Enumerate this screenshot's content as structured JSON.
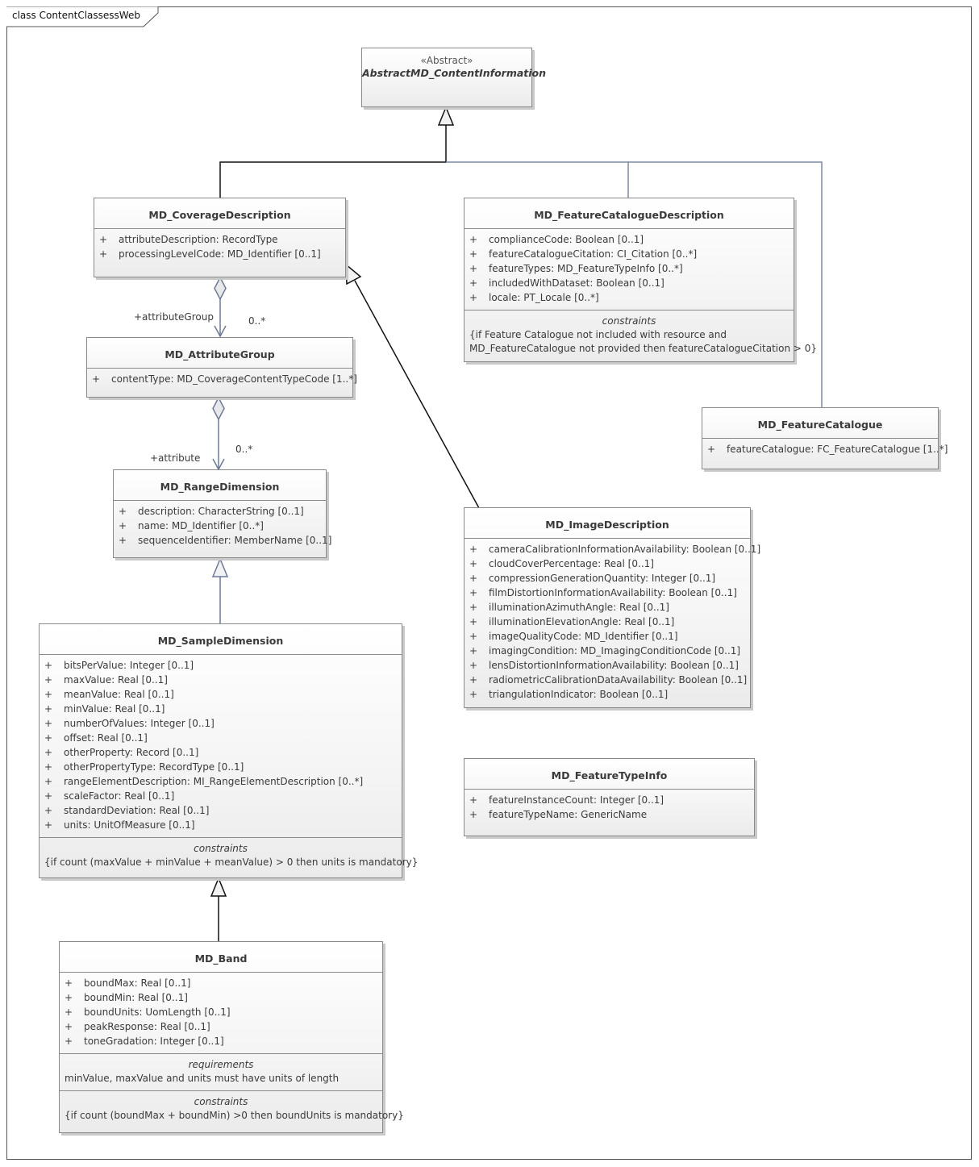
{
  "frame_label": "class ContentClassessWeb",
  "classes": {
    "abstract": {
      "stereotype": "«Abstract»",
      "name": "AbstractMD_ContentInformation"
    },
    "coverage": {
      "name": "MD_CoverageDescription",
      "attributes": [
        {
          "vis": "+",
          "text": "attributeDescription: RecordType"
        },
        {
          "vis": "+",
          "text": "processingLevelCode: MD_Identifier [0..1]"
        }
      ]
    },
    "featcatdesc": {
      "name": "MD_FeatureCatalogueDescription",
      "attributes": [
        {
          "vis": "+",
          "text": "complianceCode: Boolean [0..1]"
        },
        {
          "vis": "+",
          "text": "featureCatalogueCitation: CI_Citation [0..*]"
        },
        {
          "vis": "+",
          "text": "featureTypes: MD_FeatureTypeInfo [0..*]"
        },
        {
          "vis": "+",
          "text": "includedWithDataset: Boolean [0..1]"
        },
        {
          "vis": "+",
          "text": "locale: PT_Locale [0..*]"
        }
      ],
      "constraints_title": "constraints",
      "constraints": [
        "{if Feature Catalogue not included with resource and",
        "MD_FeatureCatalogue not provided then featureCatalogueCitation > 0}"
      ]
    },
    "attrgroup": {
      "name": "MD_AttributeGroup",
      "attributes": [
        {
          "vis": "+",
          "text": "contentType: MD_CoverageContentTypeCode [1..*]"
        }
      ]
    },
    "featcat": {
      "name": "MD_FeatureCatalogue",
      "attributes": [
        {
          "vis": "+",
          "text": "featureCatalogue: FC_FeatureCatalogue [1..*]"
        }
      ]
    },
    "range": {
      "name": "MD_RangeDimension",
      "attributes": [
        {
          "vis": "+",
          "text": "description: CharacterString [0..1]"
        },
        {
          "vis": "+",
          "text": "name: MD_Identifier [0..*]"
        },
        {
          "vis": "+",
          "text": "sequenceIdentifier: MemberName [0..1]"
        }
      ]
    },
    "image": {
      "name": "MD_ImageDescription",
      "attributes": [
        {
          "vis": "+",
          "text": "cameraCalibrationInformationAvailability: Boolean [0..1]"
        },
        {
          "vis": "+",
          "text": "cloudCoverPercentage: Real [0..1]"
        },
        {
          "vis": "+",
          "text": "compressionGenerationQuantity: Integer [0..1]"
        },
        {
          "vis": "+",
          "text": "filmDistortionInformationAvailability: Boolean [0..1]"
        },
        {
          "vis": "+",
          "text": "illuminationAzimuthAngle: Real [0..1]"
        },
        {
          "vis": "+",
          "text": "illuminationElevationAngle: Real [0..1]"
        },
        {
          "vis": "+",
          "text": "imageQualityCode: MD_Identifier [0..1]"
        },
        {
          "vis": "+",
          "text": "imagingCondition: MD_ImagingConditionCode [0..1]"
        },
        {
          "vis": "+",
          "text": "lensDistortionInformationAvailability: Boolean [0..1]"
        },
        {
          "vis": "+",
          "text": "radiometricCalibrationDataAvailability: Boolean [0..1]"
        },
        {
          "vis": "+",
          "text": "triangulationIndicator: Boolean [0..1]"
        }
      ]
    },
    "sample": {
      "name": "MD_SampleDimension",
      "attributes": [
        {
          "vis": "+",
          "text": "bitsPerValue: Integer [0..1]"
        },
        {
          "vis": "+",
          "text": "maxValue: Real [0..1]"
        },
        {
          "vis": "+",
          "text": "meanValue: Real [0..1]"
        },
        {
          "vis": "+",
          "text": "minValue: Real [0..1]"
        },
        {
          "vis": "+",
          "text": "numberOfValues: Integer [0..1]"
        },
        {
          "vis": "+",
          "text": "offset: Real [0..1]"
        },
        {
          "vis": "+",
          "text": "otherProperty: Record [0..1]"
        },
        {
          "vis": "+",
          "text": "otherPropertyType: RecordType [0..1]"
        },
        {
          "vis": "+",
          "text": "rangeElementDescription: MI_RangeElementDescription [0..*]"
        },
        {
          "vis": "+",
          "text": "scaleFactor: Real [0..1]"
        },
        {
          "vis": "+",
          "text": "standardDeviation: Real [0..1]"
        },
        {
          "vis": "+",
          "text": "units: UnitOfMeasure [0..1]"
        }
      ],
      "constraints_title": "constraints",
      "constraints": [
        "{if count (maxValue + minValue + meanValue) > 0 then units is mandatory}"
      ]
    },
    "fti": {
      "name": "MD_FeatureTypeInfo",
      "attributes": [
        {
          "vis": "+",
          "text": "featureInstanceCount: Integer [0..1]"
        },
        {
          "vis": "+",
          "text": "featureTypeName: GenericName"
        }
      ]
    },
    "band": {
      "name": "MD_Band",
      "attributes": [
        {
          "vis": "+",
          "text": "boundMax: Real [0..1]"
        },
        {
          "vis": "+",
          "text": "boundMin: Real [0..1]"
        },
        {
          "vis": "+",
          "text": "boundUnits: UomLength [0..1]"
        },
        {
          "vis": "+",
          "text": "peakResponse: Real [0..1]"
        },
        {
          "vis": "+",
          "text": "toneGradation: Integer [0..1]"
        }
      ],
      "requirements_title": "requirements",
      "requirements": [
        "minValue, maxValue and units must have units of length"
      ],
      "constraints_title": "constraints",
      "constraints": [
        "{if count (boundMax + boundMin) >0 then boundUnits is mandatory}"
      ]
    }
  },
  "roles": {
    "attribute_group_role": "+attributeGroup",
    "attribute_group_mult": "0..*",
    "attribute_role": "+attribute",
    "attribute_mult": "0..*"
  }
}
